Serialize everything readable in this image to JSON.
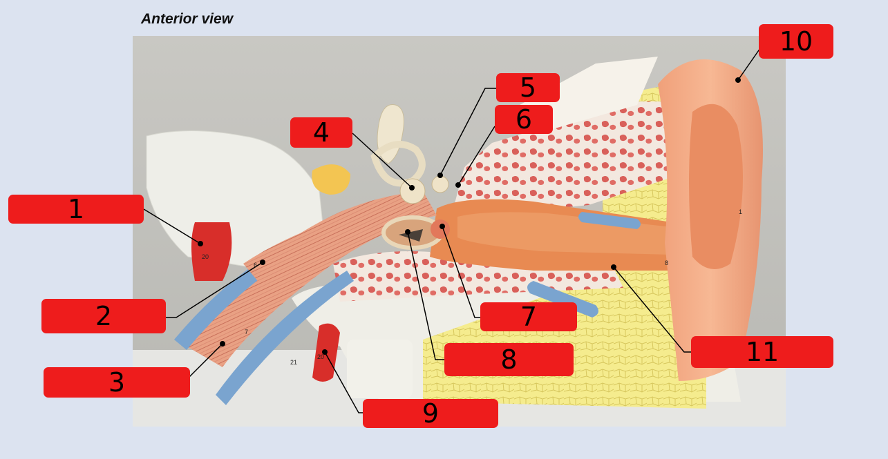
{
  "title": "Anterior view",
  "labels": [
    {
      "id": "1",
      "text": "1"
    },
    {
      "id": "2",
      "text": "2"
    },
    {
      "id": "3",
      "text": "3"
    },
    {
      "id": "4",
      "text": "4"
    },
    {
      "id": "5",
      "text": "5"
    },
    {
      "id": "6",
      "text": "6"
    },
    {
      "id": "7",
      "text": "7"
    },
    {
      "id": "8",
      "text": "8"
    },
    {
      "id": "9",
      "text": "9"
    },
    {
      "id": "10",
      "text": "10"
    },
    {
      "id": "11",
      "text": "11"
    }
  ],
  "model_numbers": [
    "20",
    "6",
    "7",
    "21",
    "20",
    "1",
    "8"
  ],
  "colors": {
    "background": "#dce3f0",
    "label_fill": "#ee1c1c",
    "leader_line": "#000000"
  }
}
